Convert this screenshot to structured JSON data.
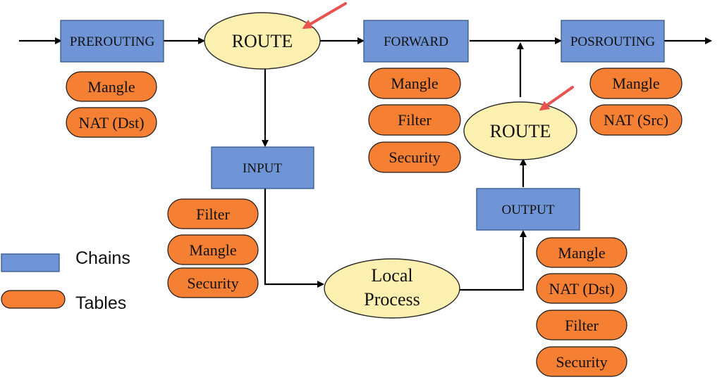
{
  "chains": {
    "prerouting": "PREROUTING",
    "forward": "FORWARD",
    "posrouting": "POSROUTING",
    "input": "INPUT",
    "output": "OUTPUT"
  },
  "routes": {
    "main": "ROUTE",
    "output": "ROUTE"
  },
  "local_process": {
    "line1": "Local",
    "line2": "Process"
  },
  "tables": {
    "prerouting": [
      "Mangle",
      "NAT (Dst)"
    ],
    "forward": [
      "Mangle",
      "Filter",
      "Security"
    ],
    "posrouting": [
      "Mangle",
      "NAT (Src)"
    ],
    "input": [
      "Filter",
      "Mangle",
      "Security"
    ],
    "output": [
      "Mangle",
      "NAT (Dst)",
      "Filter",
      "Security"
    ]
  },
  "legend": {
    "chains": "Chains",
    "tables": "Tables"
  },
  "colors": {
    "chain": "#6f95d6",
    "table": "#f57f33",
    "route": "#fbf0b0",
    "pointer": "#e8524f"
  }
}
